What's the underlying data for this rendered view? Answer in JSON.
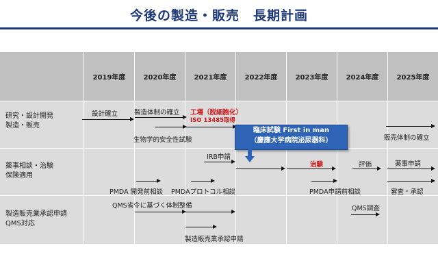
{
  "title": "今後の製造・販売　長期計画",
  "years": [
    "2019年度",
    "2020年度",
    "2021年度",
    "2022年度",
    "2023年度",
    "2024年度",
    "2025年度"
  ],
  "rows": [
    {
      "label_line1": "研究・設計開発",
      "label_line2": "製造・販売"
    },
    {
      "label_line1": "薬事相談・治験",
      "label_line2": "保険適用"
    },
    {
      "label_line1": "製造販売業承認申請",
      "label_line2": "QMS対応"
    }
  ],
  "row1": {
    "design": "設計確立",
    "mfg_system": "製造体制の確立",
    "factory": "工場（脱細胞化）",
    "iso": "ISO 13485取得",
    "biosafety": "生物学的安全性試験",
    "sales_system": "販売体制の確立"
  },
  "row2": {
    "irb": "IRB申請",
    "trial": "治験",
    "evaluation": "評価",
    "approval_app": "薬事申請",
    "pmda_dev": "PMDA 開発前相談",
    "pmda_protocol": "PMDAプロトコル相談",
    "pmda_pre": "PMDA申請前相談",
    "review": "審査・承認"
  },
  "row3": {
    "qms_system": "QMS省令に基づく体制整備",
    "mfg_license": "製造販売業承認申請",
    "qms_audit": "QMS調査"
  },
  "callout": {
    "line1": "臨床試験 First in man",
    "line2": "（慶應大学病院泌尿器科）"
  },
  "colors": {
    "title": "#1f3a78",
    "header": "#c0c0c0",
    "body": "#dcdcdc",
    "red": "#cc1a1a",
    "callout": "#2e63b6"
  }
}
